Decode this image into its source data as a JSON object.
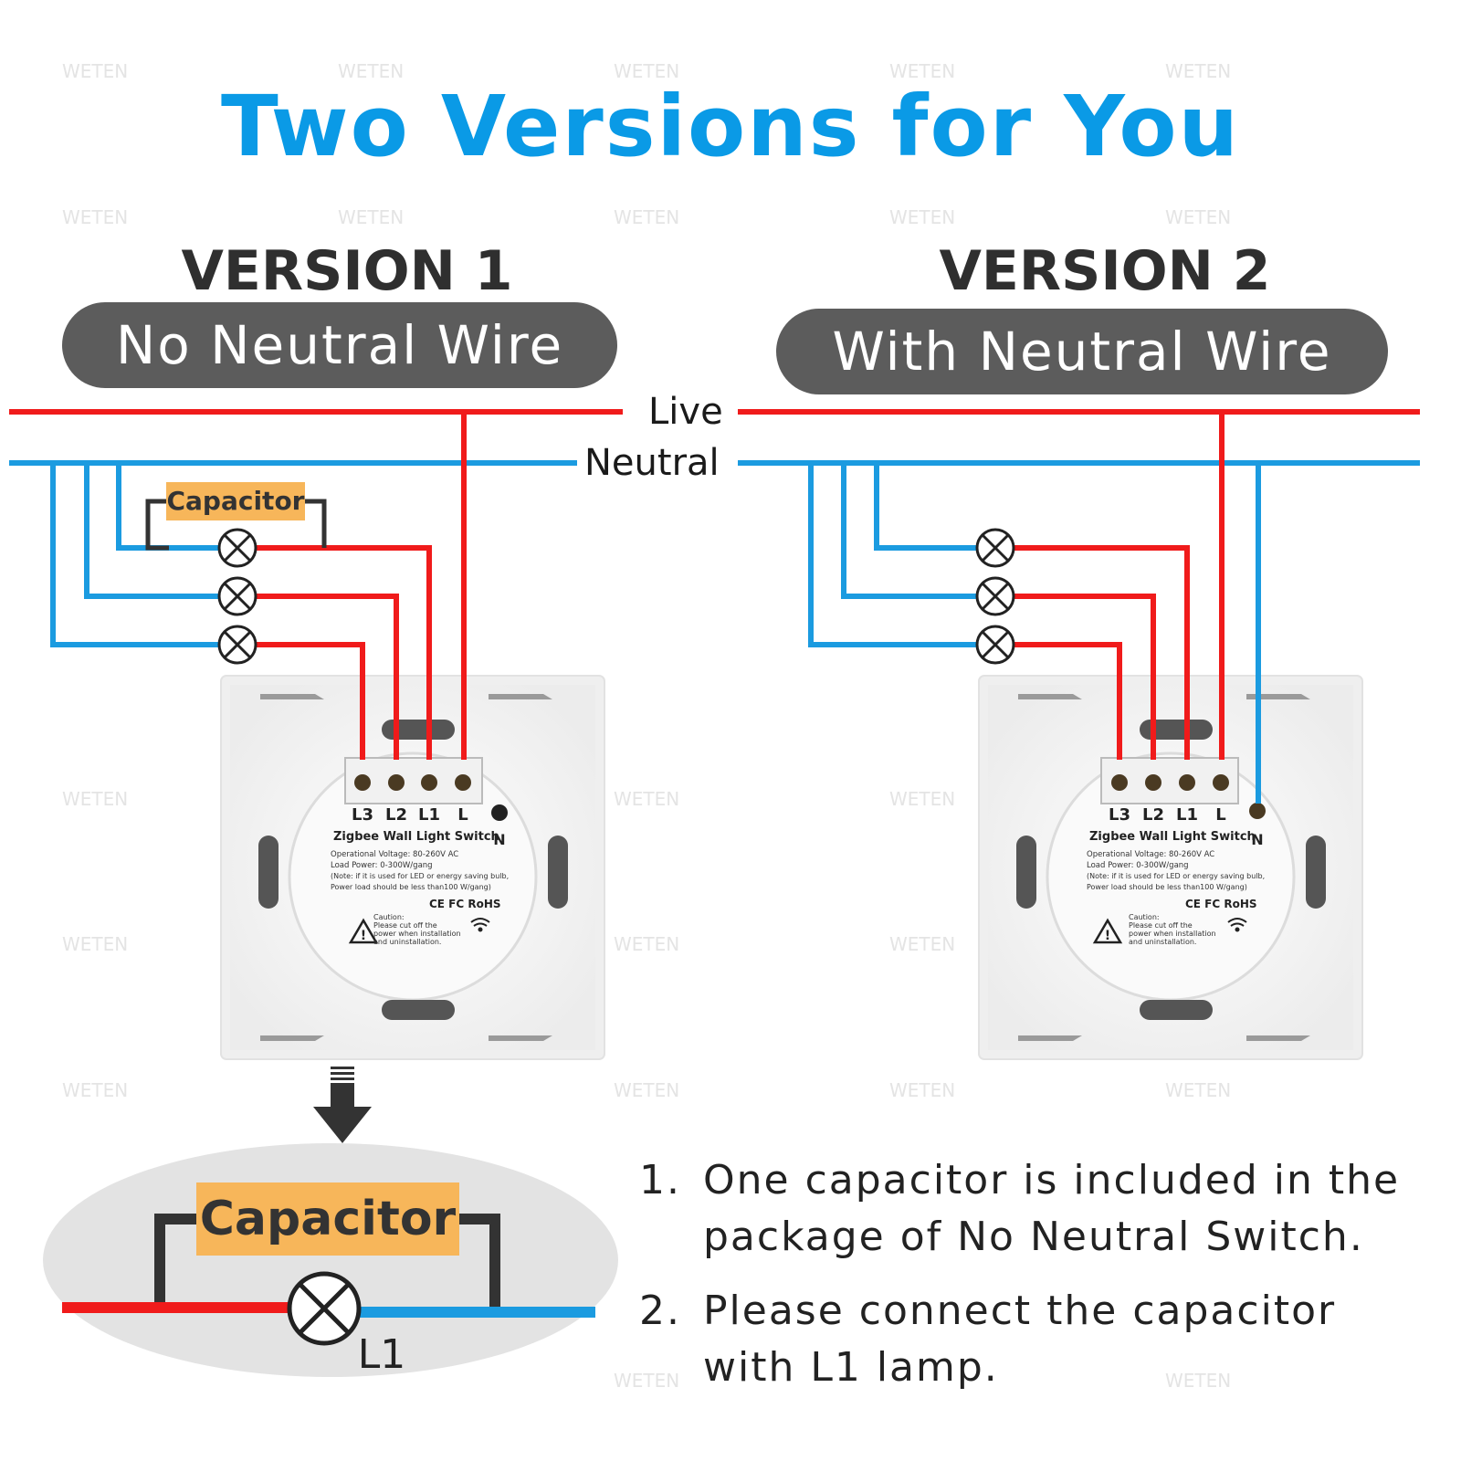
{
  "title": "Two Versions for You",
  "watermark": "WETEN",
  "version1": {
    "heading": "VERSION 1",
    "subtitle": "No Neutral Wire",
    "capacitor_label": "Capacitor"
  },
  "version2": {
    "heading": "VERSION 2",
    "subtitle": "With Neutral Wire"
  },
  "wires": {
    "live": "Live",
    "neutral": "Neutral"
  },
  "switch_panel": {
    "terminals": [
      "L3",
      "L2",
      "L1",
      "L"
    ],
    "neutral_terminal": "N",
    "product": "Zigbee Wall Light Switch",
    "spec_voltage": "Operational Voltage: 80-260V AC",
    "spec_load": "Load Power: 0-300W/gang",
    "spec_note1": "(Note: if it is used for LED or energy saving bulb,",
    "spec_note2": "Power load should be less than100 W/gang)",
    "certs": "CE FC RoHS",
    "caution1": "Caution:",
    "caution2": "Please cut off the",
    "caution3": "power when installation",
    "caution4": "and uninstallation."
  },
  "detail": {
    "capacitor_label": "Capacitor",
    "lamp_label": "L1"
  },
  "notes": [
    {
      "number": "1.",
      "line1": "One capacitor is included in the",
      "line2": "package of No Neutral Switch."
    },
    {
      "number": "2.",
      "line1": "Please connect the capacitor",
      "line2": "with L1 lamp."
    }
  ],
  "colors": {
    "title_blue": "#0a9ae6",
    "live_red": "#f01b1b",
    "neutral_blue": "#1b9be0",
    "pill_gray": "#5c5c5c",
    "capacitor_orange": "#f7b65a"
  }
}
